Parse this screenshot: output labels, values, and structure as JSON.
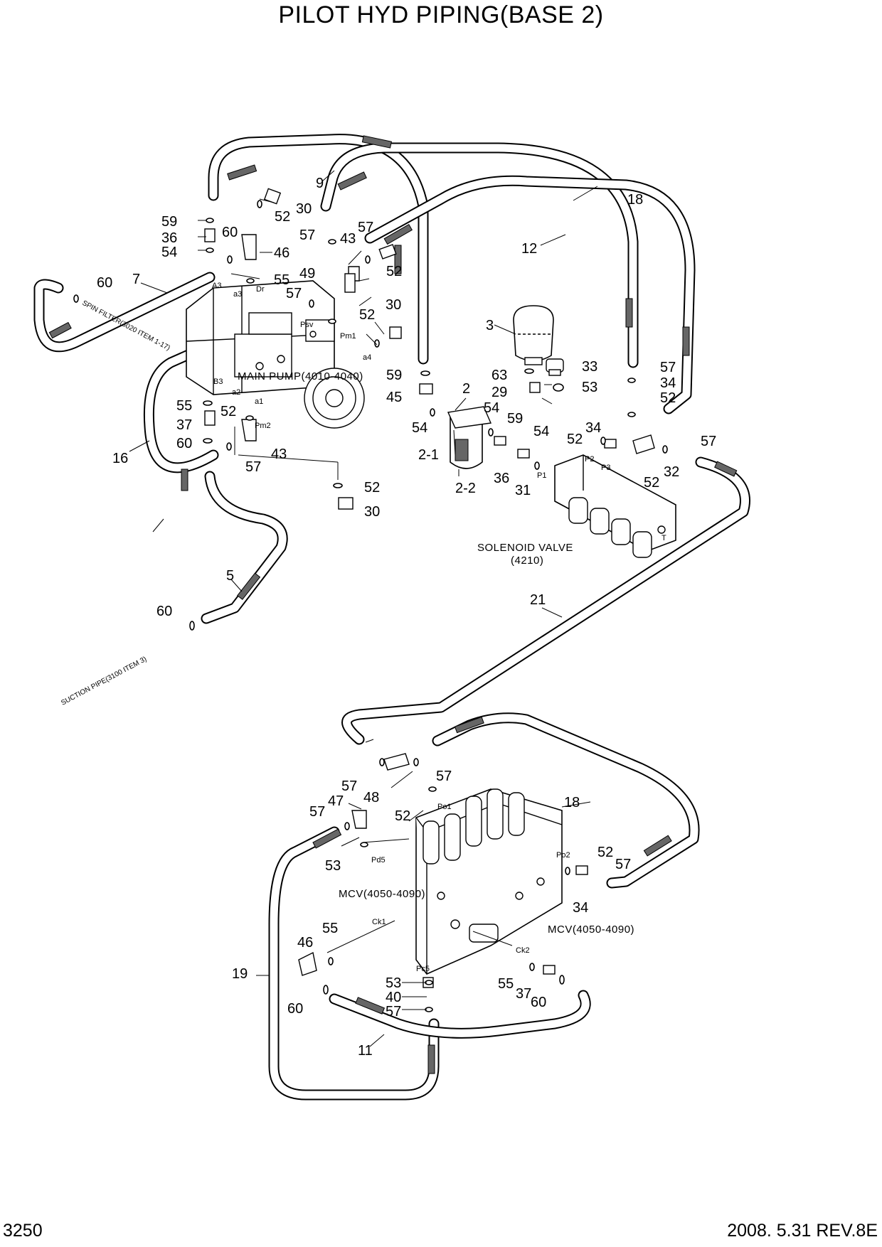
{
  "title": "PILOT HYD PIPING(BASE 2)",
  "page_number": "3250",
  "revision": "2008. 5.31  REV.8E",
  "components": {
    "main_pump": "MAIN PUMP(4010-4040)",
    "solenoid_valve_line1": "SOLENOID VALVE",
    "solenoid_valve_line2": "(4210)",
    "mcv_left": "MCV(4050-4090)",
    "mcv_right": "MCV(4050-4090)"
  },
  "references": {
    "spin_filter": "SPIN FILTER(3020 ITEM 1-17)",
    "suction_pipe": "SUCTION PIPE(3100 ITEM 3)"
  },
  "ports": {
    "a3": "A3",
    "a3_low": "a3",
    "dr": "Dr",
    "psv": "Psv",
    "pm1": "Pm1",
    "a4": "a4",
    "b3": "B3",
    "a2": "a2",
    "a1": "a1",
    "pm2": "Pm2",
    "p1": "P1",
    "p2": "P2",
    "p3": "P3",
    "t": "T",
    "po1": "Po1",
    "po2": "Po2",
    "pd5": "Pd5",
    "ck1": "Ck1",
    "ck2": "Ck2",
    "pc5": "Pc5"
  },
  "callouts": {
    "c9": "9",
    "c52_top": "52",
    "c30_top": "30",
    "c59_a": "59",
    "c36_a": "36",
    "c54_a": "54",
    "c60_a": "60",
    "c46_a": "46",
    "c55_a": "55",
    "c60_b": "60",
    "c7": "7",
    "c57_a": "57",
    "c43_a": "43",
    "c57_b": "57",
    "c49": "49",
    "c52_b": "52",
    "c57_c": "57",
    "c52_c": "52",
    "c30_b": "30",
    "c18_top": "18",
    "c12": "12",
    "c3": "3",
    "c59_b": "59",
    "c45": "45",
    "c2": "2",
    "c54_b": "54",
    "c63": "63",
    "c29": "29",
    "c33": "33",
    "c53_a": "53",
    "c57_d": "57",
    "c34_a": "34",
    "c52_d": "52",
    "c55_b": "55",
    "c37_a": "37",
    "c52_e": "52",
    "c60_c": "60",
    "c16": "16",
    "c57_e": "57",
    "c43_b": "43",
    "c54_c": "54",
    "c2_1": "2-1",
    "c2_2": "2-2",
    "c59_c": "59",
    "c54_d": "54",
    "c36_b": "36",
    "c31": "31",
    "c34_b": "34",
    "c52_f": "52",
    "c57_f": "57",
    "c32": "32",
    "c52_g": "52",
    "c52_h": "52",
    "c30_c": "30",
    "c5": "5",
    "c60_d": "60",
    "c21": "21",
    "c57_g": "57",
    "c57_h": "57",
    "c48": "48",
    "c18_bot": "18",
    "c57_i": "57",
    "c47": "47",
    "c52_i": "52",
    "c53_b": "53",
    "c52_j": "52",
    "c57_j": "57",
    "c34_c": "34",
    "c55_c": "55",
    "c46_b": "46",
    "c19": "19",
    "c53_c": "53",
    "c40": "40",
    "c57_k": "57",
    "c60_e": "60",
    "c55_d": "55",
    "c37_b": "37",
    "c60_f": "60",
    "c11": "11"
  }
}
